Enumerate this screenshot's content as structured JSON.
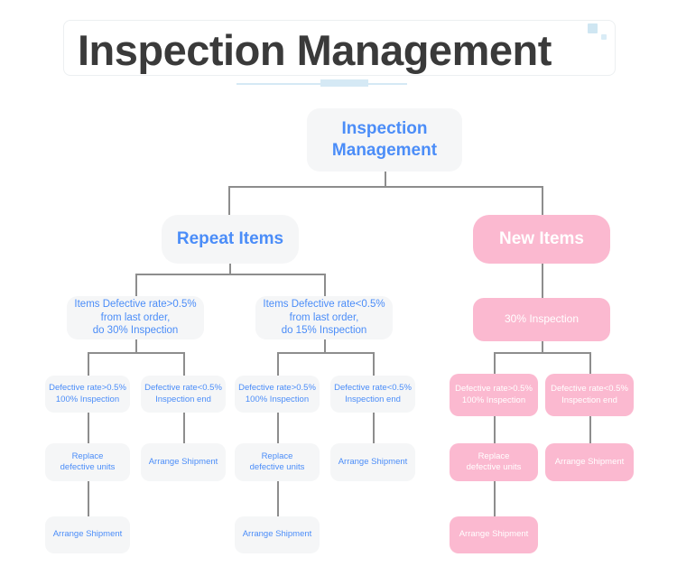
{
  "page": {
    "title": "Inspection Management",
    "background": "#ffffff"
  },
  "theme": {
    "blue_node_bg": "#f5f6f7",
    "blue_node_text": "#4b8df8",
    "pink_node_bg": "#fbb9d0",
    "pink_node_text": "#ffffff",
    "connector": "#8d8d8d",
    "title_text": "#3a3a3a",
    "accent_rule": "#d5e9f5"
  },
  "nodes": {
    "root": "Inspection\nManagement",
    "repeat_items": "Repeat Items",
    "new_items": "New Items",
    "repeat_high": "Items Defective rate>0.5%\nfrom last order,\ndo 30% Inspection",
    "repeat_low": "Items Defective rate<0.5%\nfrom last order,\ndo 15% Inspection",
    "new_30": "30% Inspection",
    "r1_high": "Defective rate>0.5%\n100% Inspection",
    "r1_low": "Defective rate<0.5%\nInspection end",
    "r2_high": "Defective rate>0.5%\n100% Inspection",
    "r2_low": "Defective rate<0.5%\nInspection end",
    "n_high": "Defective rate>0.5%\n100% Inspection",
    "n_low": "Defective rate<0.5%\nInspection end",
    "r1_replace": "Replace\ndefective units",
    "r1_arrange": "Arrange Shipment",
    "r2_replace": "Replace\ndefective units",
    "r2_arrange": "Arrange Shipment",
    "n_replace": "Replace\ndefective units",
    "n_arrange": "Arrange Shipment",
    "r1_final": "Arrange Shipment",
    "r2_final": "Arrange Shipment",
    "n_final": "Arrange Shipment"
  }
}
